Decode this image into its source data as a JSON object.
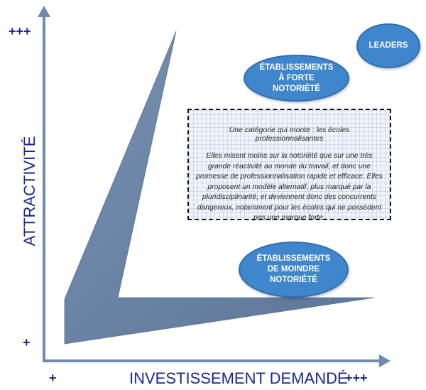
{
  "axes": {
    "y_title": "ATTRACTIVITÉ",
    "x_title": "INVESTISSEMENT DEMANDÉ",
    "y_high_label": "+++",
    "y_low_label": "+",
    "x_low_label": "+",
    "x_high_label": "+++"
  },
  "bubbles": {
    "leaders": "LEADERS",
    "forte_notoriete": "ÉTABLISSEMENTS\nÀ FORTE\nNOTORIÉTÉ",
    "moindre_notoriete": "ÉTABLISSEMENTS\nDE MOINDRE\nNOTORIÉTÉ"
  },
  "note": {
    "title": "Une catégorie qui monte : les écoles professionnalisantes",
    "body": "Elles misent moins sur la notoriété que sur une très grande réactivité au monde du travail, et donc une promesse de professionnalisation rapide et efficace. Elles proposent un modèle alternatif, plus marqué par la pluridisciplinarité, et deviennent donc des concurrents dangereux, notamment pour les écoles qui ne possèdent pas une marque forte."
  },
  "colors": {
    "axis": "#6e8ab0",
    "shape": "#6c84a4",
    "bubble": "#3f86cc",
    "label": "#1a2a8c"
  }
}
